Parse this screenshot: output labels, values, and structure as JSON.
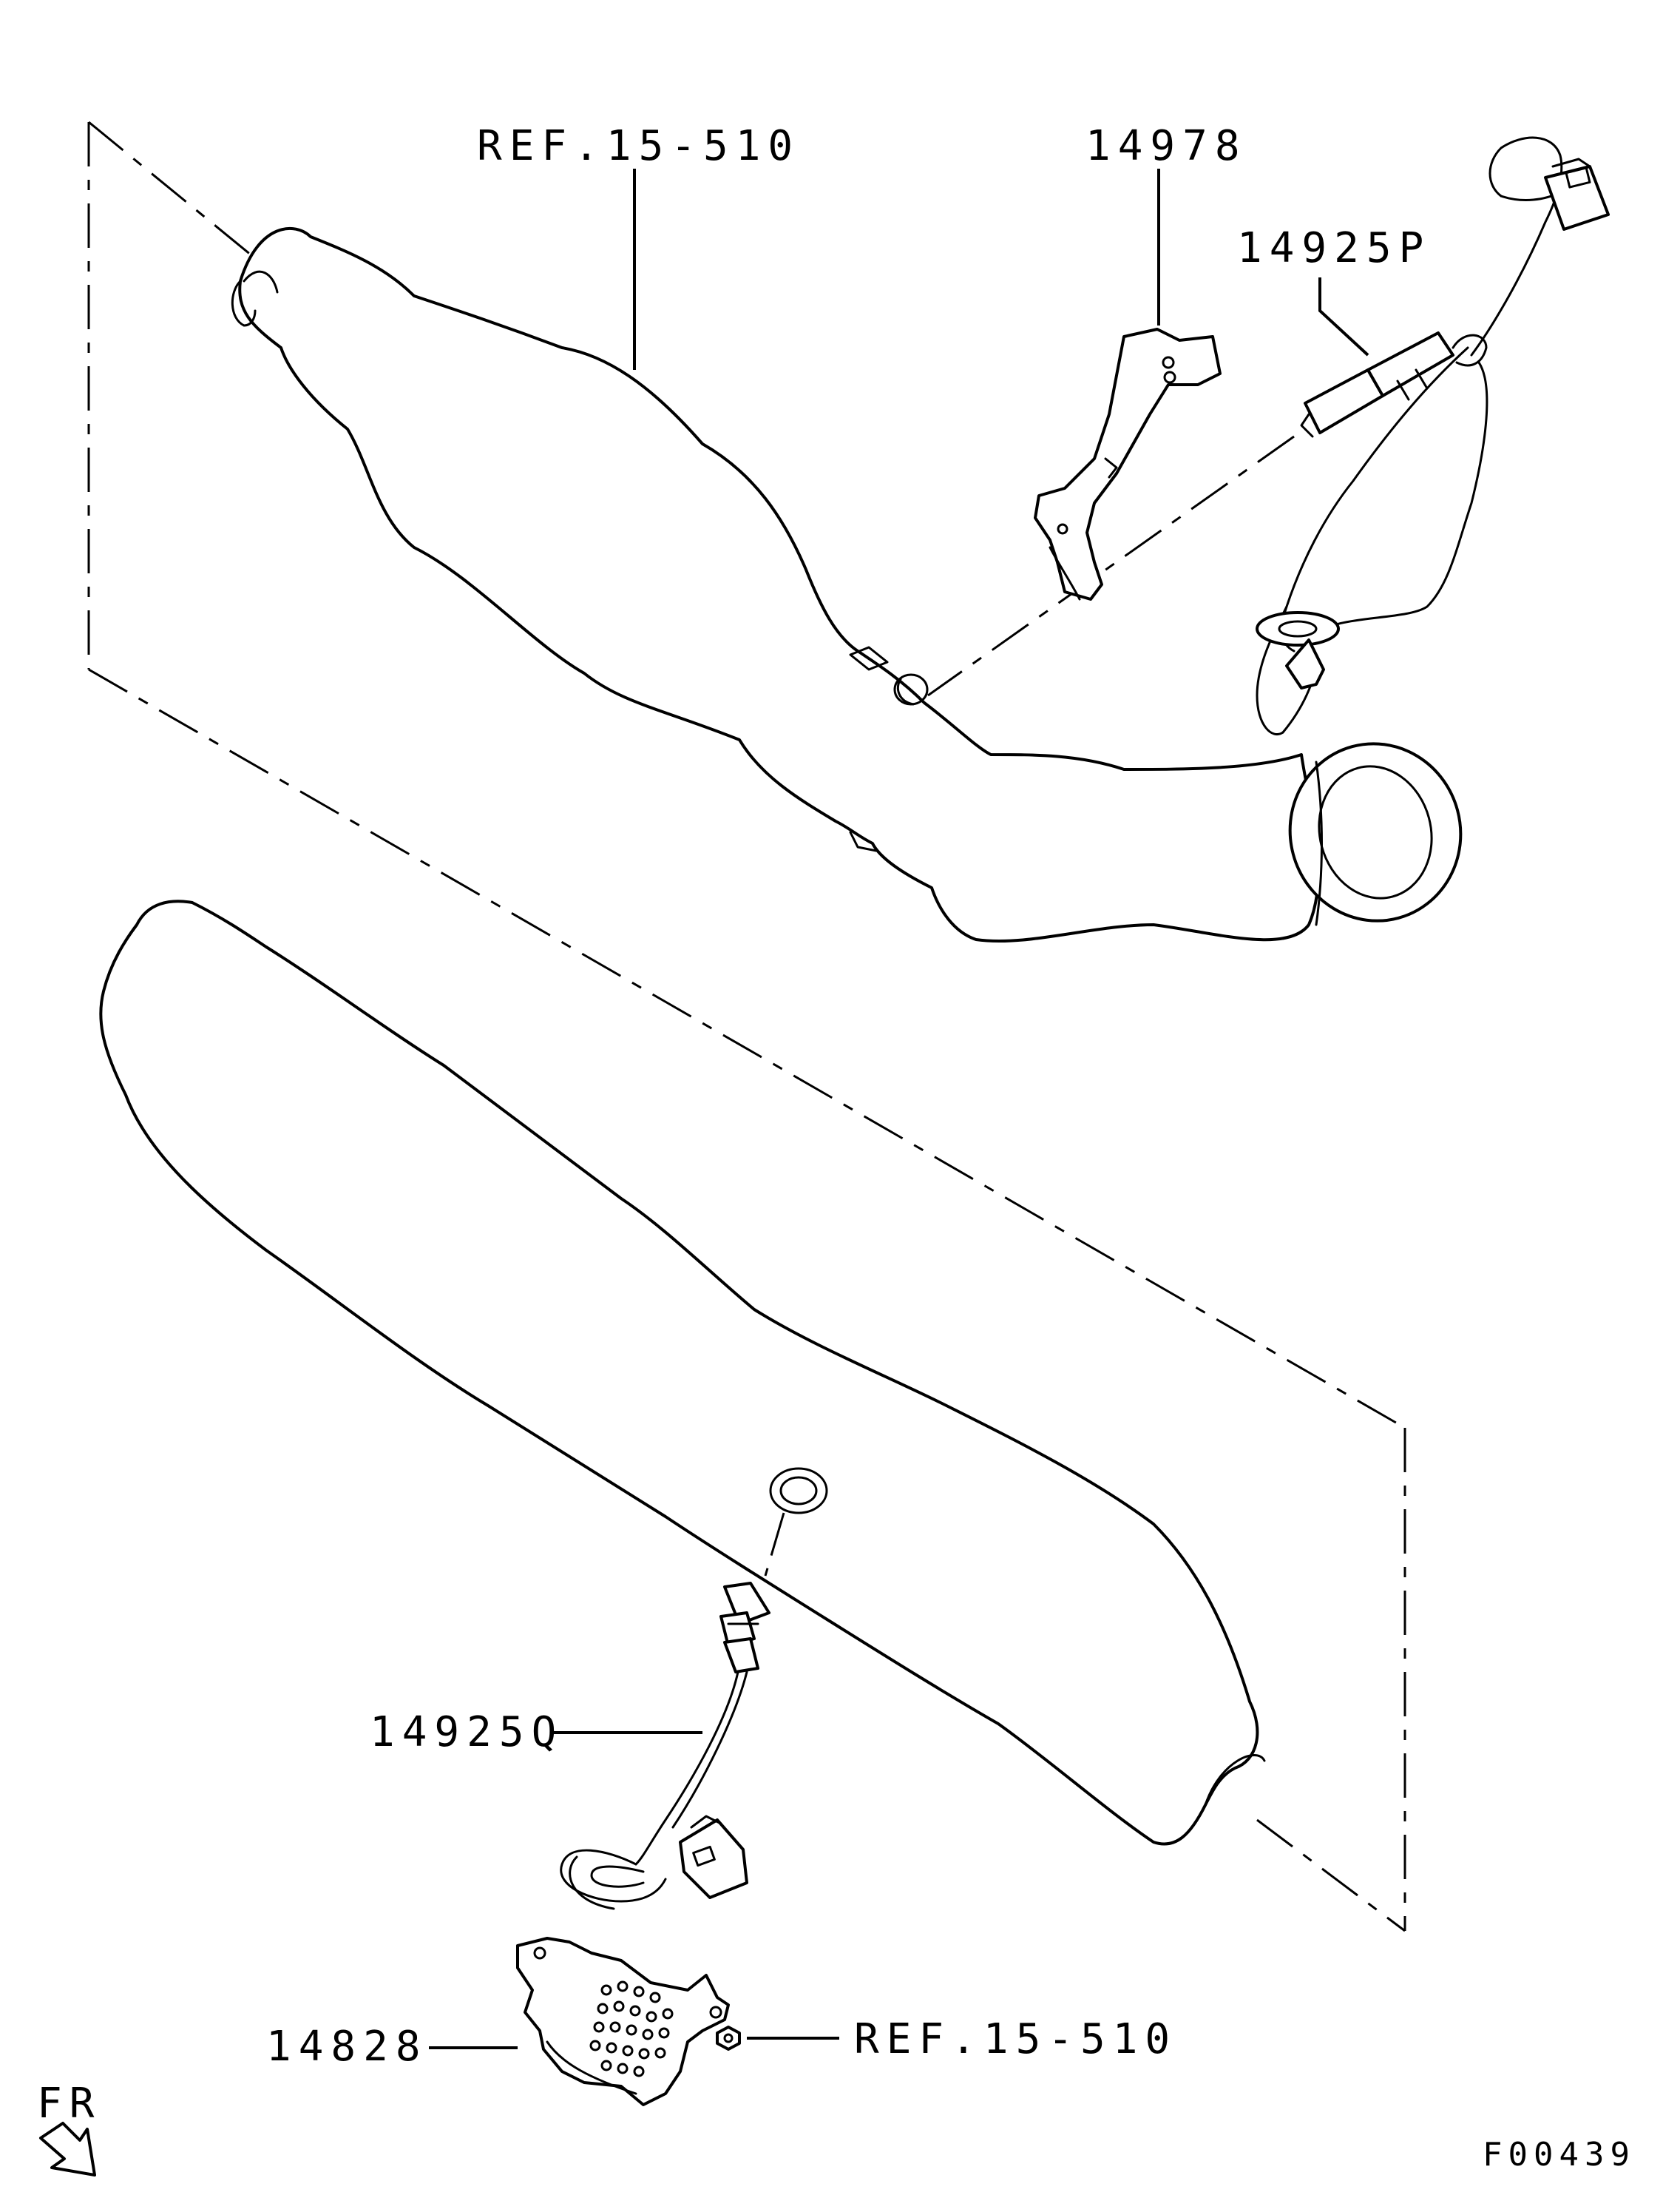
{
  "labels": {
    "ref_top": "REF.15-510",
    "bracket": "14978",
    "front_sensor": "14925P",
    "rear_sensor": "14925Q",
    "heat_shield": "14828",
    "ref_bottom": "REF.15-510",
    "direction": "FR",
    "figure_code": "F00439"
  }
}
